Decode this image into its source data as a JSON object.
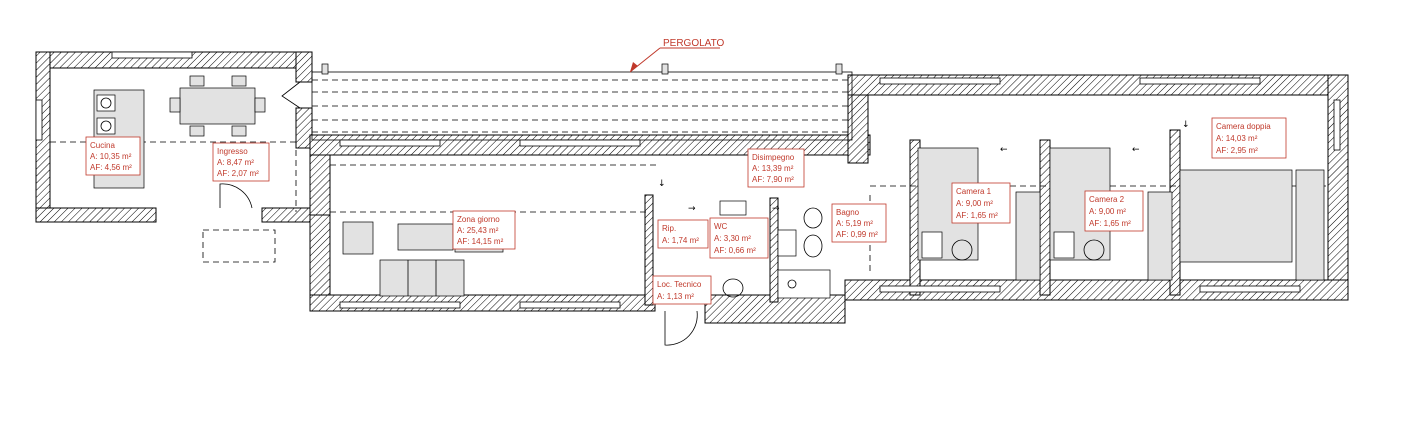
{
  "annotation": {
    "label": "PERGOLATO",
    "color": "#c0392b"
  },
  "rooms": [
    {
      "id": "cucina",
      "name": "Cucina",
      "lines": [
        "A: 10,35 m²",
        "AF: 4,56 m²"
      ]
    },
    {
      "id": "ingresso",
      "name": "Ingresso",
      "lines": [
        "A:    8,47 m²",
        "AF: 2,07 m²"
      ]
    },
    {
      "id": "zona-giorno",
      "name": "Zona giorno",
      "lines": [
        "A:    25,43 m²",
        "AF: 14,15 m²"
      ]
    },
    {
      "id": "disimpegno",
      "name": "Disimpegno",
      "lines": [
        "A: 13,39 m²",
        "AF: 7,90 m²"
      ]
    },
    {
      "id": "rip",
      "name": "Rip.",
      "lines": [
        "A: 1,74 m²"
      ]
    },
    {
      "id": "wc",
      "name": "WC",
      "lines": [
        "A:    3,30 m²",
        "AF: 0,66 m²"
      ]
    },
    {
      "id": "bagno",
      "name": "Bagno",
      "lines": [
        "A:    5,19 m²",
        "AF: 0,99 m²"
      ]
    },
    {
      "id": "loc-tecnico",
      "name": "Loc. Tecnico",
      "lines": [
        "A:    1,13 m²"
      ]
    },
    {
      "id": "camera-1",
      "name": "Camera 1",
      "lines": [
        "A:    9,00 m²",
        "AF: 1,65 m²"
      ]
    },
    {
      "id": "camera-2",
      "name": "Camera 2",
      "lines": [
        "A:    9,00 m²",
        "AF: 1,65 m²"
      ]
    },
    {
      "id": "camera-doppia",
      "name": "Camera doppia",
      "lines": [
        "A:      14,03 m²",
        "AF:      2,95 m²"
      ]
    }
  ],
  "colors": {
    "label": "#c0392b",
    "wall": "#000000",
    "furniture": "#e2e2e2"
  }
}
